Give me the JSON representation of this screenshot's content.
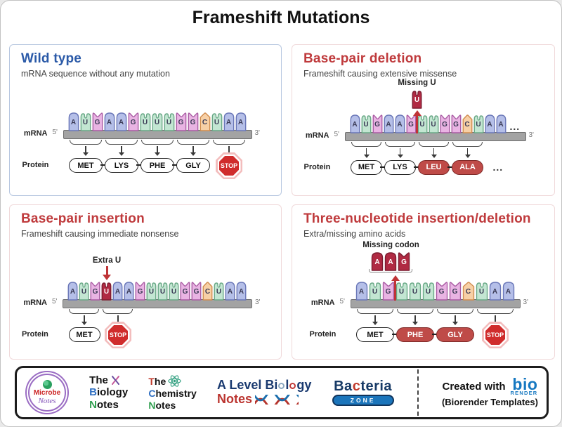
{
  "header": {
    "title": "Frameshift Mutations"
  },
  "palette": {
    "blue_heading": "#2b5aa8",
    "red_heading": "#bf3a3c",
    "panel_border_blue": "#b7c7e0",
    "panel_border_pink": "#f0d9da",
    "red_arrow": "#bf3336",
    "mutant_fill": "#b02a43",
    "mutant_border": "#7c1c30"
  },
  "nucleotides": {
    "A": {
      "fill": "#b5bfe8",
      "stroke": "#6a77b8"
    },
    "U": {
      "fill": "#c3e6d2",
      "stroke": "#69a886"
    },
    "G": {
      "fill": "#e9b4e3",
      "stroke": "#a95ba3"
    },
    "C": {
      "fill": "#f7d0a6",
      "stroke": "#d08c4e"
    }
  },
  "panels": [
    {
      "id": "wild-type",
      "accent": "blue",
      "title": "Wild type",
      "subtitle": "mRNA sequence without any mutation",
      "mrna_label": "mRNA",
      "protein_label": "Protein",
      "five_prime": "5'",
      "three_prime": "3'",
      "sequence": [
        "A",
        "U",
        "G",
        "A",
        "A",
        "G",
        "U",
        "U",
        "U",
        "G",
        "G",
        "C",
        "U",
        "A",
        "A"
      ],
      "mutant_indices": [],
      "annotation": null,
      "codons": [
        {
          "label": "MET",
          "style": "normal",
          "start": 0
        },
        {
          "label": "LYS",
          "style": "normal",
          "start": 3
        },
        {
          "label": "PHE",
          "style": "normal",
          "start": 6
        },
        {
          "label": "GLY",
          "style": "normal",
          "start": 9
        },
        {
          "label": "STOP",
          "style": "stop",
          "start": 12
        }
      ],
      "sequence_ellipsis": false,
      "protein_ellipsis": false,
      "ellipsis_text": "..."
    },
    {
      "id": "base-pair-deletion",
      "accent": "red",
      "title": "Base-pair deletion",
      "subtitle": "Frameshift causing extensive missense",
      "mrna_label": "mRNA",
      "protein_label": "Protein",
      "five_prime": "5'",
      "three_prime": "3'",
      "sequence": [
        "A",
        "U",
        "G",
        "A",
        "A",
        "G",
        "U",
        "U",
        "G",
        "G",
        "C",
        "U",
        "A",
        "A"
      ],
      "mutant_indices": [],
      "annotation": {
        "type": "missing-base",
        "label": "Missing U",
        "bases": [
          "U"
        ],
        "junction_index": 6
      },
      "codons": [
        {
          "label": "MET",
          "style": "normal",
          "start": 0
        },
        {
          "label": "LYS",
          "style": "normal",
          "start": 3
        },
        {
          "label": "LEU",
          "style": "missense",
          "start": 6
        },
        {
          "label": "ALA",
          "style": "missense",
          "start": 9
        }
      ],
      "sequence_ellipsis": true,
      "protein_ellipsis": true,
      "ellipsis_text": "..."
    },
    {
      "id": "base-pair-insertion",
      "accent": "red",
      "title": "Base-pair insertion",
      "subtitle": "Frameshift causing immediate nonsense",
      "mrna_label": "mRNA",
      "protein_label": "Protein",
      "five_prime": "5'",
      "three_prime": "3'",
      "sequence": [
        "A",
        "U",
        "G",
        "U",
        "A",
        "A",
        "G",
        "U",
        "U",
        "U",
        "G",
        "G",
        "C",
        "U",
        "A",
        "A"
      ],
      "mutant_indices": [
        3
      ],
      "annotation": {
        "type": "extra-base",
        "label": "Extra U",
        "nt_index": 3
      },
      "codons": [
        {
          "label": "MET",
          "style": "normal",
          "start": 0
        },
        {
          "label": "STOP",
          "style": "stop",
          "start": 3
        }
      ],
      "sequence_ellipsis": false,
      "protein_ellipsis": false,
      "ellipsis_text": "..."
    },
    {
      "id": "three-nucleotide-insertion-deletion",
      "accent": "red",
      "title": "Three-nucleotide insertion/deletion",
      "subtitle": "Extra/missing amino acids",
      "mrna_label": "mRNA",
      "protein_label": "Protein",
      "five_prime": "5'",
      "three_prime": "3'",
      "sequence": [
        "A",
        "U",
        "G",
        "U",
        "U",
        "U",
        "G",
        "G",
        "C",
        "U",
        "A",
        "A"
      ],
      "mutant_indices": [],
      "annotation": {
        "type": "missing-codon",
        "label": "Missing codon",
        "bases": [
          "A",
          "A",
          "G"
        ],
        "junction_index": 3
      },
      "codons": [
        {
          "label": "MET",
          "style": "normal",
          "start": 0
        },
        {
          "label": "PHE",
          "style": "missense",
          "start": 3
        },
        {
          "label": "GLY",
          "style": "missense",
          "start": 6
        },
        {
          "label": "STOP",
          "style": "stop",
          "start": 9
        }
      ],
      "sequence_ellipsis": false,
      "protein_ellipsis": false,
      "ellipsis_text": "..."
    }
  ],
  "footer": {
    "microbe": {
      "line1": "Microbe",
      "line2": "Notes"
    },
    "biology": {
      "the": "The",
      "b": "B",
      "iology": "iology",
      "n": "N",
      "otes": "otes"
    },
    "chemistry": {
      "t": "T",
      "he": "he",
      "c": "C",
      "hemistry": "hemistry",
      "n": "N",
      "otes": "otes"
    },
    "alevel": {
      "line1_pre": "A Level Bi",
      "line1_l": "l",
      "line1_end": "gy",
      "notes": "Notes"
    },
    "bacteria": {
      "ba": "Ba",
      "c": "c",
      "teria": "teria",
      "zone": "ZONE"
    },
    "created": {
      "created_with": "Created with",
      "bio": "bio",
      "render": "RENDER",
      "templates": "(Biorender Templates)"
    }
  }
}
